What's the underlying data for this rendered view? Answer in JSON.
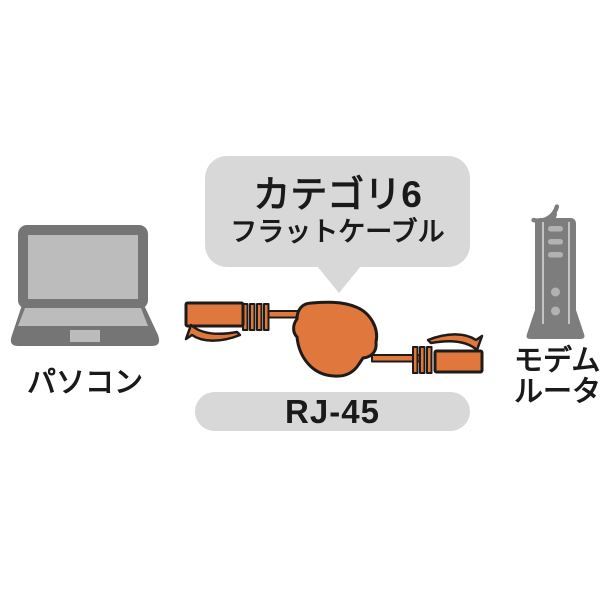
{
  "diagram": {
    "callout": {
      "title": "カテゴリ6",
      "subtitle": "フラットケーブル"
    },
    "left_device": {
      "label": "パソコン",
      "icon": "laptop-icon"
    },
    "right_device": {
      "label_line1": "モデム",
      "label_line2": "ルータ",
      "icon": "wifi-router-icon"
    },
    "cable": {
      "icon": "retractable-flat-lan-cable-icon",
      "connector_label": "RJ-45"
    },
    "icons": {
      "laptop": "laptop-icon",
      "router": "wifi-router-icon",
      "wifi": "wifi-waves-icon",
      "cable_reel": "cable-reel-icon",
      "rj45_plug_left": "rj45-plug-left-icon",
      "rj45_plug_right": "rj45-plug-right-icon"
    },
    "colors": {
      "cable_orange": "#e0773c",
      "outline": "#1e1b18",
      "device_gray": "#757575",
      "device_light_gray": "#bcbcbc",
      "router_gray": "#7d7d7d",
      "router_accent": "#b2b2b2",
      "callout_gray": "#d8d8d8",
      "text": "#1a1a1a",
      "background": "#ffffff"
    }
  }
}
